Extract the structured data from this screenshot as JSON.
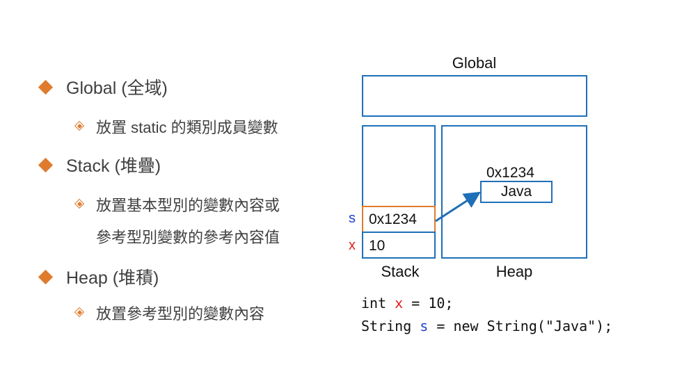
{
  "bullets": [
    {
      "text": "Global (全域)",
      "sub": [
        "放置 static 的類別成員變數"
      ]
    },
    {
      "text": "Stack (堆疊)",
      "sub": [
        "放置基本型別的變數內容或",
        "參考型別變數的參考內容值"
      ]
    },
    {
      "text": "Heap (堆積)",
      "sub": [
        "放置參考型別的變數內容"
      ]
    }
  ],
  "diagram": {
    "global_label": "Global",
    "stack_label": "Stack",
    "heap_label": "Heap",
    "stack_cells": [
      {
        "var": "s",
        "value": "0x1234",
        "var_color": "#2040d0"
      },
      {
        "var": "x",
        "value": "10",
        "var_color": "#e02020"
      }
    ],
    "heap_object": {
      "address": "0x1234",
      "value": "Java"
    }
  },
  "code": {
    "line1": {
      "pre": "int ",
      "var": "x",
      "post": " = 10;"
    },
    "line2": {
      "pre": "String ",
      "var": "s",
      "post": " = new String(\"Java\");"
    }
  },
  "colors": {
    "accent": "#e07b2e",
    "box_border": "#1f6fb8",
    "highlight_border": "#e07b2e",
    "var_x": "#e02020",
    "var_s": "#2040d0"
  }
}
